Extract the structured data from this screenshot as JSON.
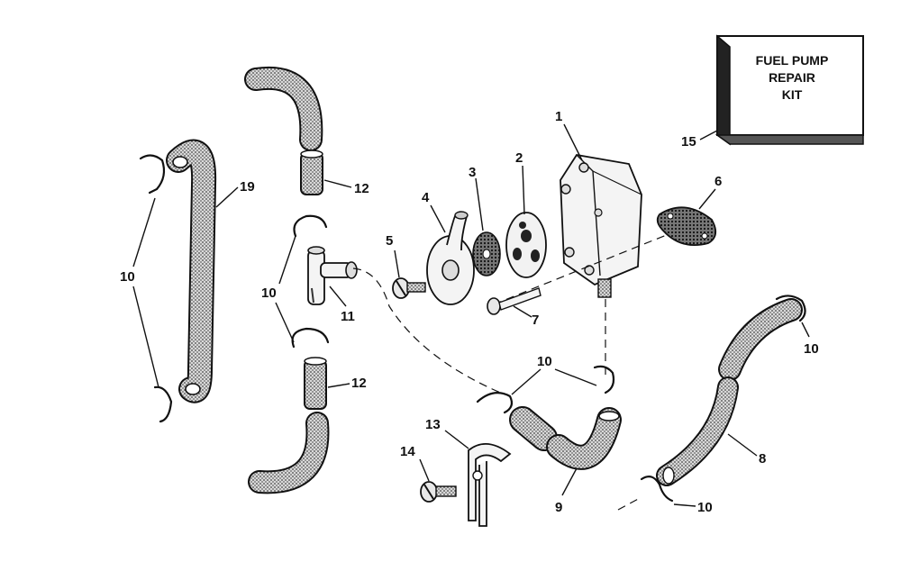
{
  "kit": {
    "line1": "FUEL PUMP",
    "line2": "REPAIR",
    "line3": "KIT"
  },
  "callouts": {
    "c1": "1",
    "c2": "2",
    "c3": "3",
    "c4": "4",
    "c5": "5",
    "c6": "6",
    "c7": "7",
    "c8": "8",
    "c9": "9",
    "c10a": "10",
    "c10b": "10",
    "c10c": "10",
    "c10d": "10",
    "c10e": "10",
    "c11": "11",
    "c12a": "12",
    "c12b": "12",
    "c13": "13",
    "c14": "14",
    "c15": "15",
    "c19": "19"
  }
}
